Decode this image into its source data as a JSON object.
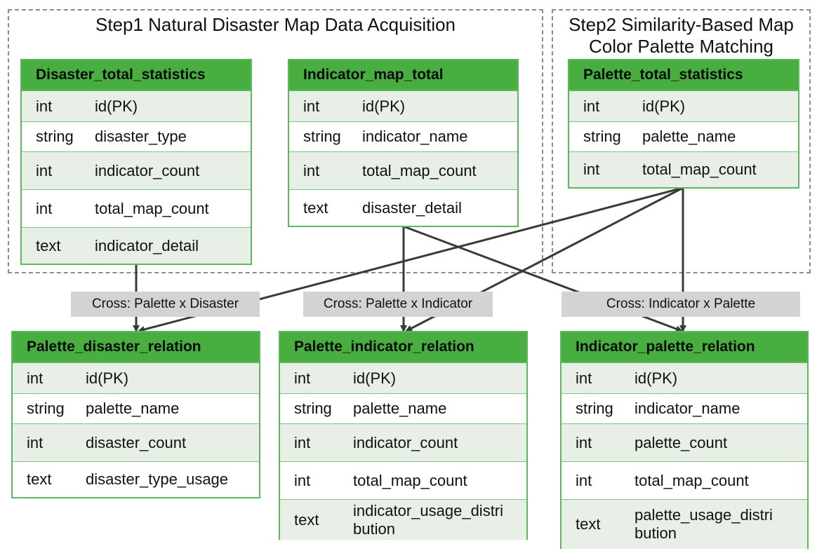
{
  "groups": {
    "step1_title": "Step1 Natural Disaster Map Data Acquisition",
    "step2_title_line1": "Step2 Similarity-Based Map",
    "step2_title_line2": "Color Palette Matching"
  },
  "tables": {
    "disaster_total": {
      "title": "Disaster_total_statistics",
      "rows": [
        {
          "type": "int",
          "field": "id(PK)"
        },
        {
          "type": "string",
          "field": "disaster_type"
        },
        {
          "type": "int",
          "field": "indicator_count"
        },
        {
          "type": "int",
          "field": "total_map_count"
        },
        {
          "type": "text",
          "field": "indicator_detail"
        }
      ]
    },
    "indicator_map": {
      "title": "Indicator_map_total",
      "rows": [
        {
          "type": "int",
          "field": "id(PK)"
        },
        {
          "type": "string",
          "field": "indicator_name"
        },
        {
          "type": "int",
          "field": "total_map_count"
        },
        {
          "type": "text",
          "field": "disaster_detail"
        }
      ]
    },
    "palette_total": {
      "title": "Palette_total_statistics",
      "rows": [
        {
          "type": "int",
          "field": "id(PK)"
        },
        {
          "type": "string",
          "field": "palette_name"
        },
        {
          "type": "int",
          "field": "total_map_count"
        }
      ]
    },
    "palette_disaster": {
      "title": "Palette_disaster_relation",
      "rows": [
        {
          "type": "int",
          "field": "id(PK)"
        },
        {
          "type": "string",
          "field": "palette_name"
        },
        {
          "type": "int",
          "field": "disaster_count"
        },
        {
          "type": "text",
          "field": "disaster_type_usage"
        }
      ]
    },
    "palette_indicator": {
      "title": "Palette_indicator_relation",
      "rows": [
        {
          "type": "int",
          "field": "id(PK)"
        },
        {
          "type": "string",
          "field": "palette_name"
        },
        {
          "type": "int",
          "field": "indicator_count"
        },
        {
          "type": "int",
          "field": "total_map_count"
        },
        {
          "type": "text",
          "field_line1": "indicator_usage_distri",
          "field_line2": "bution"
        }
      ]
    },
    "indicator_palette": {
      "title": "Indicator_palette_relation",
      "rows": [
        {
          "type": "int",
          "field": "id(PK)"
        },
        {
          "type": "string",
          "field": "indicator_name"
        },
        {
          "type": "int",
          "field": "palette_count"
        },
        {
          "type": "int",
          "field": "total_map_count"
        },
        {
          "type": "text",
          "field_line1": "palette_usage_distri",
          "field_line2": "bution"
        }
      ]
    }
  },
  "cross_labels": {
    "palette_disaster": "Cross: Palette x Disaster",
    "palette_indicator": "Cross: Palette x Indicator",
    "indicator_palette": "Cross: Indicator x Palette"
  },
  "colors": {
    "header_green": "#47ae3f",
    "border_green": "#5cb85c",
    "row_shade": "#e8efe6",
    "label_gray": "#d3d3d3",
    "line": "#3a3a3a"
  }
}
